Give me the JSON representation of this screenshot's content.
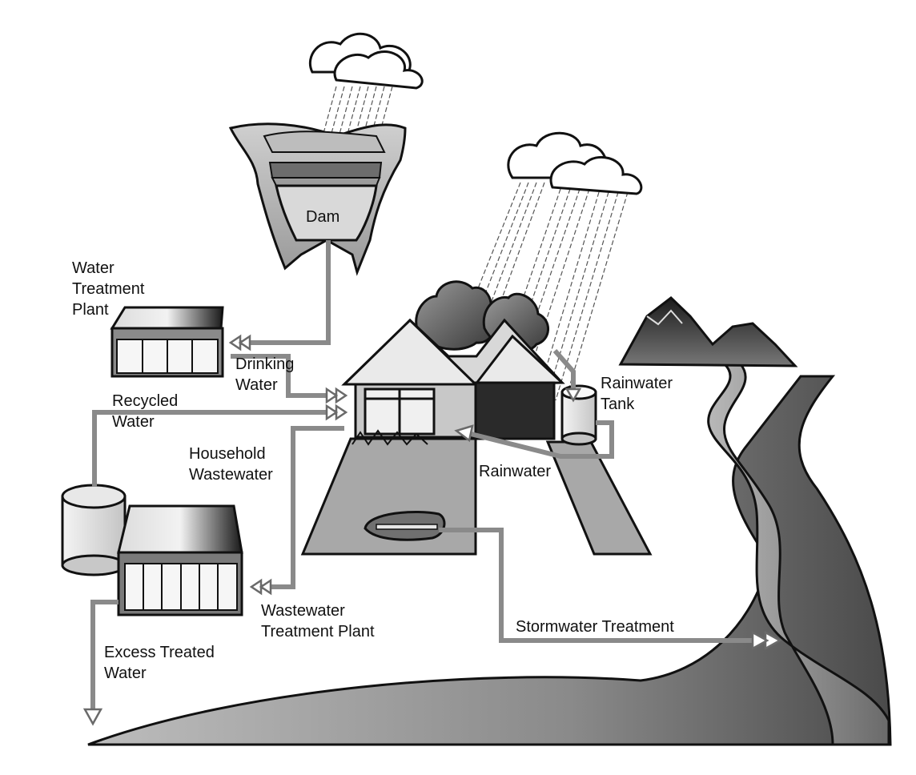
{
  "labels": {
    "dam": "Dam",
    "water_treatment_plant": "Water\nTreatment\nPlant",
    "drinking_water": "Drinking\nWater",
    "recycled_water": "Recycled\nWater",
    "household_wastewater": "Household\nWastewater",
    "rainwater_tank": "Rainwater\nTank",
    "rainwater": "Rainwater",
    "wastewater_treatment_plant": "Wastewater\nTreatment Plant",
    "stormwater_treatment": "Stormwater Treatment",
    "excess_treated_water": "Excess Treated\nWater"
  },
  "colors": {
    "flow_line": "#8a8a8a",
    "dark": "#2a2a2a",
    "mid": "#8c8c8c",
    "light": "#d6d6d6"
  }
}
